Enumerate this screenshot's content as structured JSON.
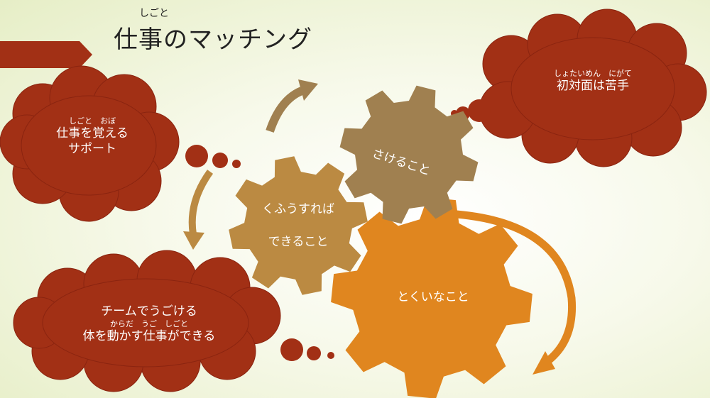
{
  "title": {
    "ruby": "しごと",
    "text": "仕事のマッチング"
  },
  "clouds": {
    "support": {
      "ruby": "しごと　おぼ",
      "line1": "仕事を覚える",
      "line2": "サポート"
    },
    "shy": {
      "ruby": "しょたいめん　にがて",
      "line1": "初対面は苦手"
    },
    "team": {
      "line1": "チームでうごける",
      "ruby": "からだ　うご　しごと",
      "line2": "体を動かす仕事ができる"
    }
  },
  "gears": {
    "avoid": "さけること",
    "effort_line1": "くふうすれば",
    "effort_line2": "できること",
    "strength": "とくいなこと"
  },
  "colors": {
    "cloud": "#a23015",
    "gear_avoid": "#a08050",
    "gear_effort": "#bb8a42",
    "gear_strength": "#e0861f",
    "arrow": "#a08050"
  }
}
